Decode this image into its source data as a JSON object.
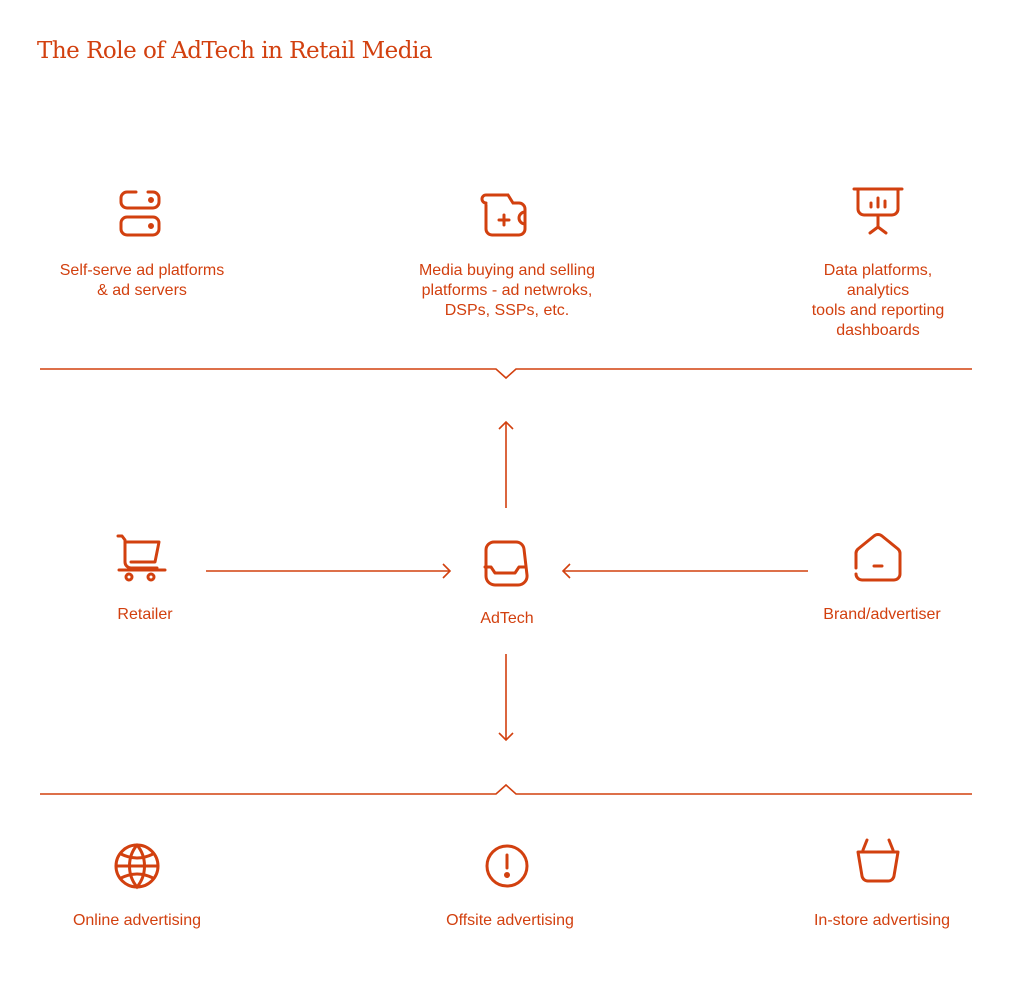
{
  "title": "The Role of AdTech in Retail Media",
  "accent_color": "#D2400F",
  "top_row": [
    {
      "label": "Self-serve ad platforms\n& ad servers",
      "icon": "server-icon"
    },
    {
      "label": "Media buying and selling\nplatforms - ad netwroks,\nDSPs, SSPs, etc.",
      "icon": "wallet-icon"
    },
    {
      "label": "Data platforms, analytics\ntools and reporting\ndashboards",
      "icon": "presentation-chart-icon"
    }
  ],
  "middle_row": [
    {
      "label": "Retailer",
      "icon": "shopping-cart-icon"
    },
    {
      "label": "AdTech",
      "icon": "inbox-icon"
    },
    {
      "label": "Brand/advertiser",
      "icon": "home-icon"
    }
  ],
  "bottom_row": [
    {
      "label": "Online advertising",
      "icon": "globe-icon"
    },
    {
      "label": "Offsite advertising",
      "icon": "alert-circle-icon"
    },
    {
      "label": "In-store advertising",
      "icon": "basket-icon"
    }
  ]
}
